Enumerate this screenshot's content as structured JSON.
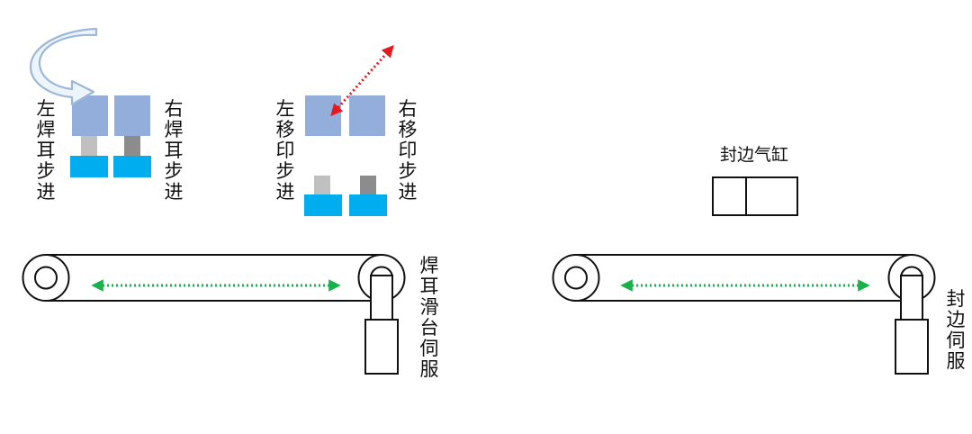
{
  "labels": {
    "left_weld_step": "左焊耳步进",
    "right_weld_step": "右焊耳步进",
    "left_stamp_step": "左移印步进",
    "right_stamp_step": "右移印步进",
    "seal_cylinder": "封边气缸",
    "weld_slide_servo": "焊耳滑台伺服",
    "seal_servo": "封边伺服"
  },
  "icons": {
    "rotation_arrow": "curved-rotation-arrow-icon",
    "diagonal_motion": "diagonal-double-arrow-icon",
    "linear_motion": "horizontal-double-arrow-icon"
  },
  "colors": {
    "block_blue": "#94aedb",
    "base_cyan": "#00aeef",
    "rod_light": "#c0c0c0",
    "rod_dark": "#8c8c8c",
    "red_arrow": "#e8191c",
    "green_arrow": "#19b24a",
    "line": "#111111",
    "curved_arrow_fill": "#eef4fb",
    "curved_arrow_stroke": "#9cb8d8"
  }
}
